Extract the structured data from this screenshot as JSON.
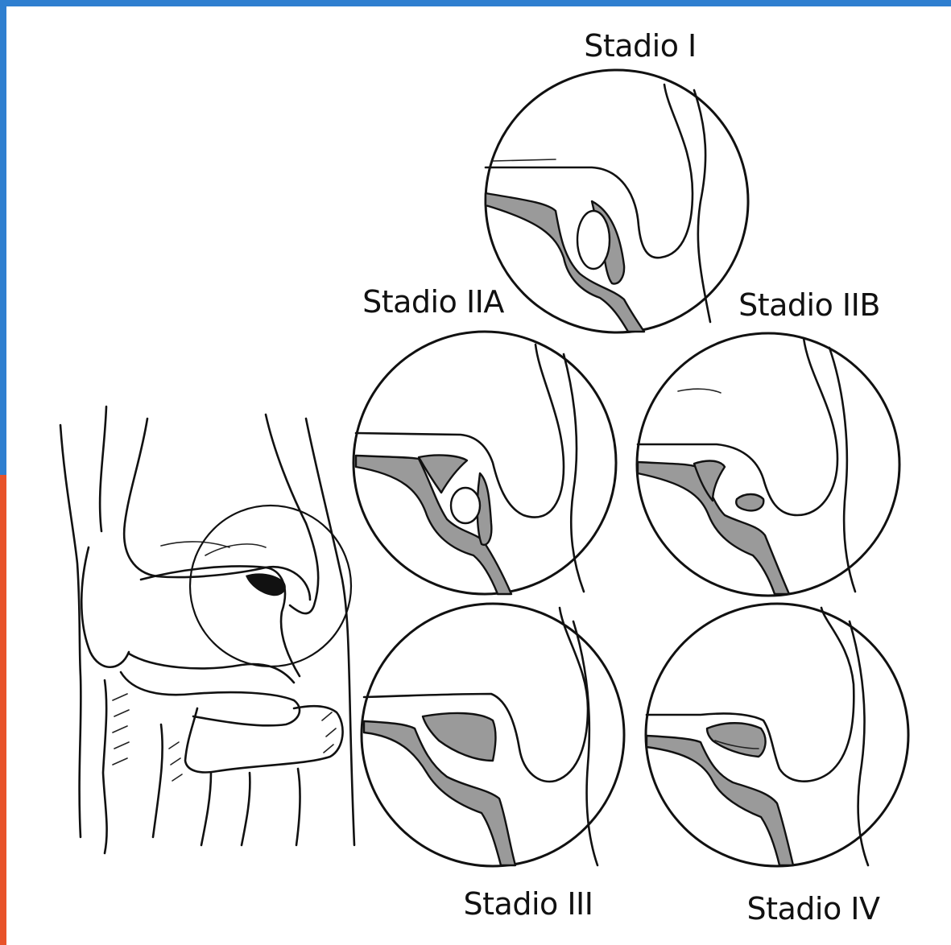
{
  "stages": [
    {
      "id": "I",
      "label": "Stadio I"
    },
    {
      "id": "IIA",
      "label": "Stadio IIA"
    },
    {
      "id": "IIB",
      "label": "Stadio IIB"
    },
    {
      "id": "III",
      "label": "Stadio III"
    },
    {
      "id": "IV",
      "label": "Stadio IV"
    }
  ],
  "colors": {
    "frame_top": "#2f7fd0",
    "frame_left_upper": "#2f7fd0",
    "frame_left_lower": "#e8532a",
    "ink": "#111111",
    "shading": "#9a9a9a"
  }
}
